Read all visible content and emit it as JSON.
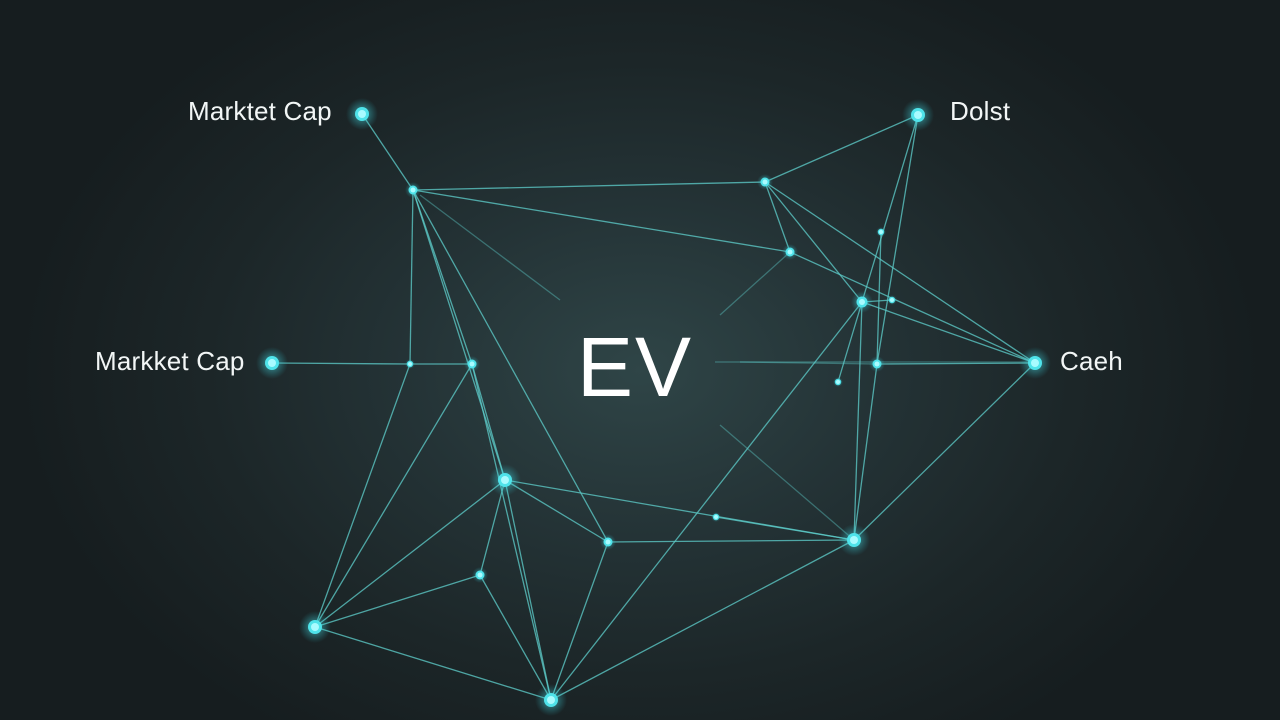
{
  "diagram": {
    "center_label": "EV",
    "labels": {
      "market_cap_top": "Marktet Cap",
      "debt": "Dolst",
      "market_cap_left": "Markket Cap",
      "cash": "Caeh"
    }
  }
}
